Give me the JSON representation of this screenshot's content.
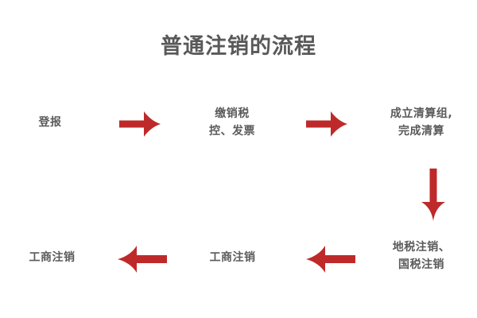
{
  "diagram": {
    "title": "普通注销的流程",
    "title_color": "#595959",
    "text_color": "#5A5A5A",
    "background_color": "#FFFFFF",
    "arrow_color": "#BE2A2A",
    "type": "flowchart",
    "layout": "serpentine-two-rows",
    "nodes": [
      {
        "id": "n1",
        "label": "登报",
        "row": 1,
        "order": 1
      },
      {
        "id": "n2",
        "label": "缴销税\n控、发票",
        "row": 1,
        "order": 2
      },
      {
        "id": "n3",
        "label": "成立清算组,\n完成清算",
        "row": 1,
        "order": 3
      },
      {
        "id": "n4",
        "label": "地税注销、\n国税注销",
        "row": 2,
        "order": 4
      },
      {
        "id": "n5",
        "label": "工商注销",
        "row": 2,
        "order": 5
      },
      {
        "id": "n6",
        "label": "工商注销",
        "row": 2,
        "order": 6
      }
    ],
    "arrows": [
      {
        "id": "a1",
        "from": "n1",
        "to": "n2",
        "direction": "right"
      },
      {
        "id": "a2",
        "from": "n2",
        "to": "n3",
        "direction": "right"
      },
      {
        "id": "a3",
        "from": "n3",
        "to": "n4",
        "direction": "down"
      },
      {
        "id": "a4",
        "from": "n4",
        "to": "n5",
        "direction": "left"
      },
      {
        "id": "a5",
        "from": "n5",
        "to": "n6",
        "direction": "left"
      }
    ]
  }
}
